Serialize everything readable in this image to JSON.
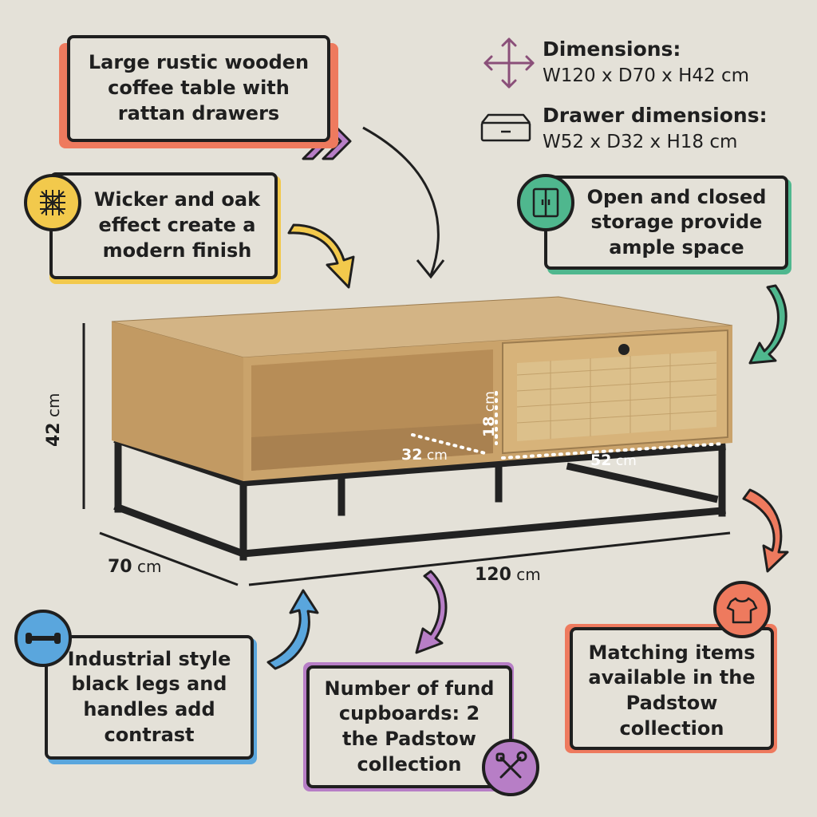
{
  "callouts": {
    "title": "Large rustic wooden coffee table with rattan drawers",
    "wicker": "Wicker and oak effect create a modern finish",
    "storage": "Open and closed storage provide ample space",
    "industrial": "Industrial style black legs and handles add contrast",
    "cupboards": "Number of fund cupboards: 2 the Padstow collection",
    "matching": "Matching items available in the Padstow collection"
  },
  "specs": {
    "dimensions_title": "Dimensions:",
    "dimensions_value": "W120 x D70 x H42 cm",
    "drawer_title": "Drawer dimensions:",
    "drawer_value": "W52 x D32 x H18 cm"
  },
  "measurements": {
    "height": "42",
    "width": "120",
    "depth": "70",
    "drawer_depth": "32",
    "drawer_height": "18",
    "drawer_width": "52",
    "unit": "cm"
  },
  "icons": {
    "dimensions": "move-arrows-icon",
    "drawer": "drawer-icon",
    "wicker": "rattan-weave-icon",
    "storage": "cupboard-icon",
    "industrial": "handle-icon",
    "cupboards": "tools-icon",
    "matching": "tshirt-icon"
  },
  "colors": {
    "orange": "#ee7a5e",
    "yellow": "#f2c94c",
    "green": "#4fb78e",
    "blue": "#5aa6dd",
    "purple": "#b77ec6",
    "plum": "#8a4f79",
    "oak": "#c9a36d",
    "background": "#e4e1d8"
  }
}
